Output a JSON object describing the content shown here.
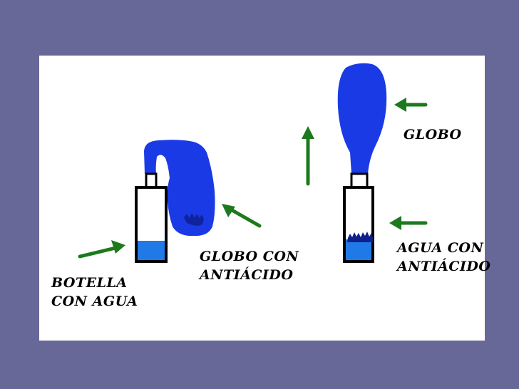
{
  "colors": {
    "background": "#686898",
    "panel": "#ffffff",
    "balloon": "#1a3ae6",
    "water": "#1f7ae8",
    "arrow": "#1c7a1c",
    "outline": "#000000"
  },
  "labels": {
    "botella": [
      "BOTELLA",
      "CON AGUA"
    ],
    "globo_con_antiacido": [
      "GLOBO CON",
      "ANTIÁCIDO"
    ],
    "globo": [
      "GLOBO"
    ],
    "agua_con_antiacido": [
      "AGUA CON",
      "ANTIÁCIDO"
    ]
  }
}
